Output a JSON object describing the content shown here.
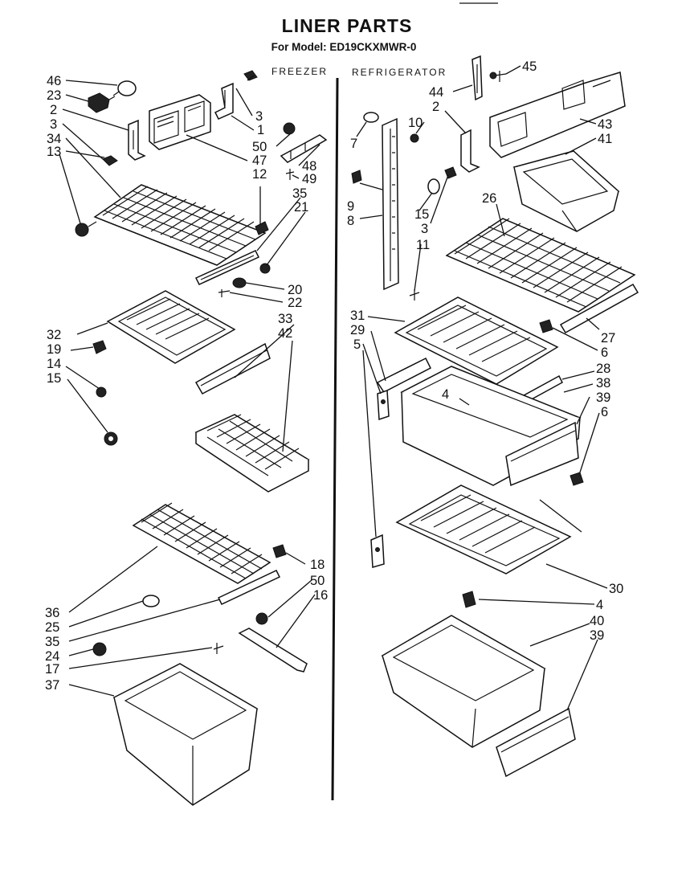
{
  "header": {
    "title": "LINER PARTS",
    "model_label": "For Model: ED19CKXMWR-0",
    "freezer_label": "FREEZER",
    "refrigerator_label": "REFRIGERATOR"
  },
  "callouts": {
    "freezer": {
      "c46": "46",
      "c23": "23",
      "c2": "2",
      "c3a": "3",
      "c34": "34",
      "c13": "13",
      "c3b": "3",
      "c1": "1",
      "c50a": "50",
      "c47": "47",
      "c48": "48",
      "c49": "49",
      "c12": "12",
      "c35a": "35",
      "c21": "21",
      "c20": "20",
      "c22": "22",
      "c33": "33",
      "c42": "42",
      "c32": "32",
      "c19": "19",
      "c14": "14",
      "c15": "15",
      "c18": "18",
      "c50b": "50",
      "c16": "16",
      "c36": "36",
      "c25": "25",
      "c35b": "35",
      "c24": "24",
      "c17": "17",
      "c37": "37"
    },
    "refrigerator": {
      "c45": "45",
      "c44": "44",
      "c2": "2",
      "c10": "10",
      "c7": "7",
      "c43": "43",
      "c41": "41",
      "c9": "9",
      "c8": "8",
      "c15": "15",
      "c3": "3",
      "c11": "11",
      "c26": "26",
      "c31": "31",
      "c29": "29",
      "c5": "5",
      "c27": "27",
      "c6a": "6",
      "c28": "28",
      "c4a": "4",
      "c38": "38",
      "c39a": "39",
      "c6b": "6",
      "c30": "30",
      "c4b": "4",
      "c40": "40",
      "c39b": "39"
    }
  }
}
